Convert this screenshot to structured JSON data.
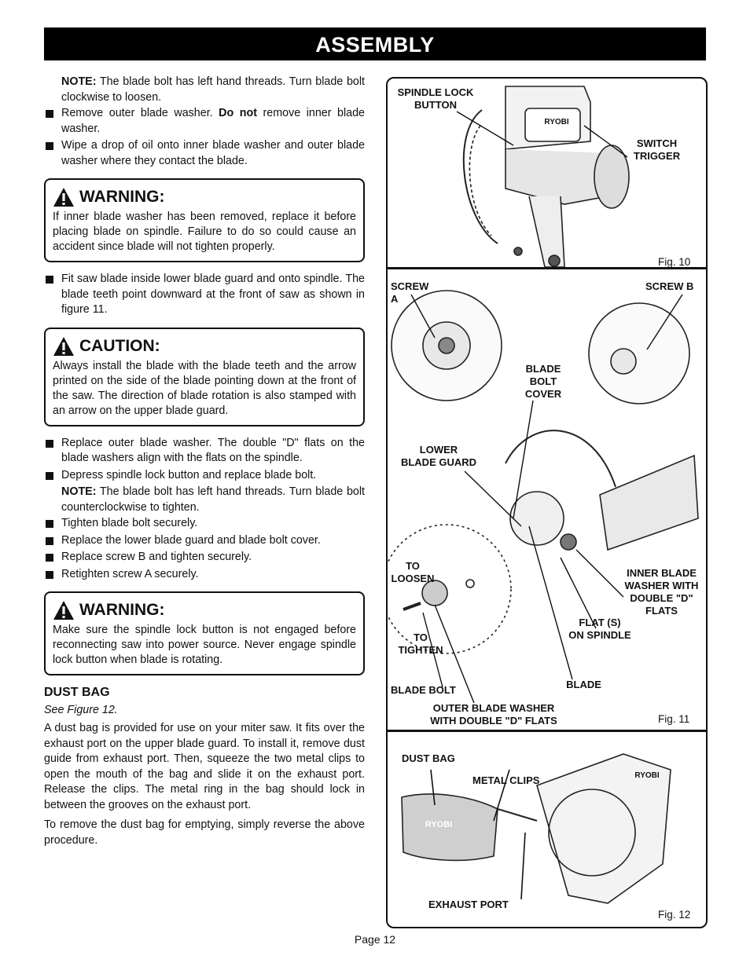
{
  "header": {
    "title": "ASSEMBLY"
  },
  "left": {
    "note1_lead": "NOTE:",
    "note1_text": " The blade bolt has left hand threads. Turn blade bolt clockwise to loosen.",
    "b1_a": "Remove outer blade washer. ",
    "b1_bold": "Do not",
    "b1_b": " remove inner blade washer.",
    "b2": "Wipe a drop of oil onto inner blade washer and outer blade washer where they contact the blade.",
    "warning1_title": "WARNING:",
    "warning1_text": "If inner blade washer has been removed, replace it before placing blade on spindle. Failure to do so could cause an accident since blade will not tighten properly.",
    "b3": "Fit saw blade inside lower blade guard and onto spindle. The blade teeth point downward at the front of saw as shown in figure 11.",
    "caution_title": "CAUTION:",
    "caution_text": "Always install the blade with the blade teeth and the arrow printed on the side of the blade pointing down at the front of the saw. The direction of blade rotation is also stamped with an arrow on the upper blade guard.",
    "b4": "Replace outer blade washer. The double \"D\" flats on the blade washers align with the flats on the spindle.",
    "b5": "Depress spindle lock button and replace blade bolt.",
    "note2_lead": "NOTE:",
    "note2_text": " The blade bolt has left hand threads. Turn blade bolt counterclockwise to tighten.",
    "b6": "Tighten blade bolt securely.",
    "b7": "Replace the lower blade guard and blade bolt cover.",
    "b8": "Replace screw B and tighten securely.",
    "b9": "Retighten screw A securely.",
    "warning2_title": "WARNING:",
    "warning2_text": "Make sure the spindle lock button is not engaged before reconnecting saw into power source. Never engage spindle lock button when blade is rotating.",
    "dust_title": "DUST BAG",
    "dust_see": "See Figure 12.",
    "dust_p1": "A dust bag is provided for use on your miter saw. It fits over the exhaust port on the upper blade guard. To install it, remove dust guide from exhaust port. Then, squeeze the two metal clips to open the mouth of the bag and slide it on the exhaust port. Release the clips. The metal ring in the bag should lock in between the grooves on the exhaust port.",
    "dust_p2": "To remove the dust bag for emptying, simply reverse the above procedure."
  },
  "fig10": {
    "spindle_lock": "SPINDLE LOCK\nBUTTON",
    "switch_trigger": "SWITCH\nTRIGGER",
    "brand": "RYOBI",
    "caption": "Fig. 10"
  },
  "fig11": {
    "screw_a": "SCREW A",
    "screw_b": "SCREW B",
    "blade_bolt_cover": "BLADE\nBOLT\nCOVER",
    "lower_guard": "LOWER\nBLADE GUARD",
    "to_loosen": "TO\nLOOSEN",
    "to_tighten": "TO\nTIGHTEN",
    "inner_washer": "INNER BLADE\nWASHER WITH\nDOUBLE \"D\" FLATS",
    "flats": "FLAT (S)\nON SPINDLE",
    "blade": "BLADE",
    "blade_bolt": "BLADE BOLT",
    "outer_washer": "OUTER BLADE WASHER\nWITH DOUBLE \"D\" FLATS",
    "caption": "Fig. 11"
  },
  "fig12": {
    "dust_bag": "DUST BAG",
    "metal_clips": "METAL CLIPS",
    "exhaust_port": "EXHAUST PORT",
    "brand": "RYOBI",
    "bag_brand": "RYOBI",
    "caption": "Fig. 12"
  },
  "footer": {
    "page": "Page 12"
  }
}
